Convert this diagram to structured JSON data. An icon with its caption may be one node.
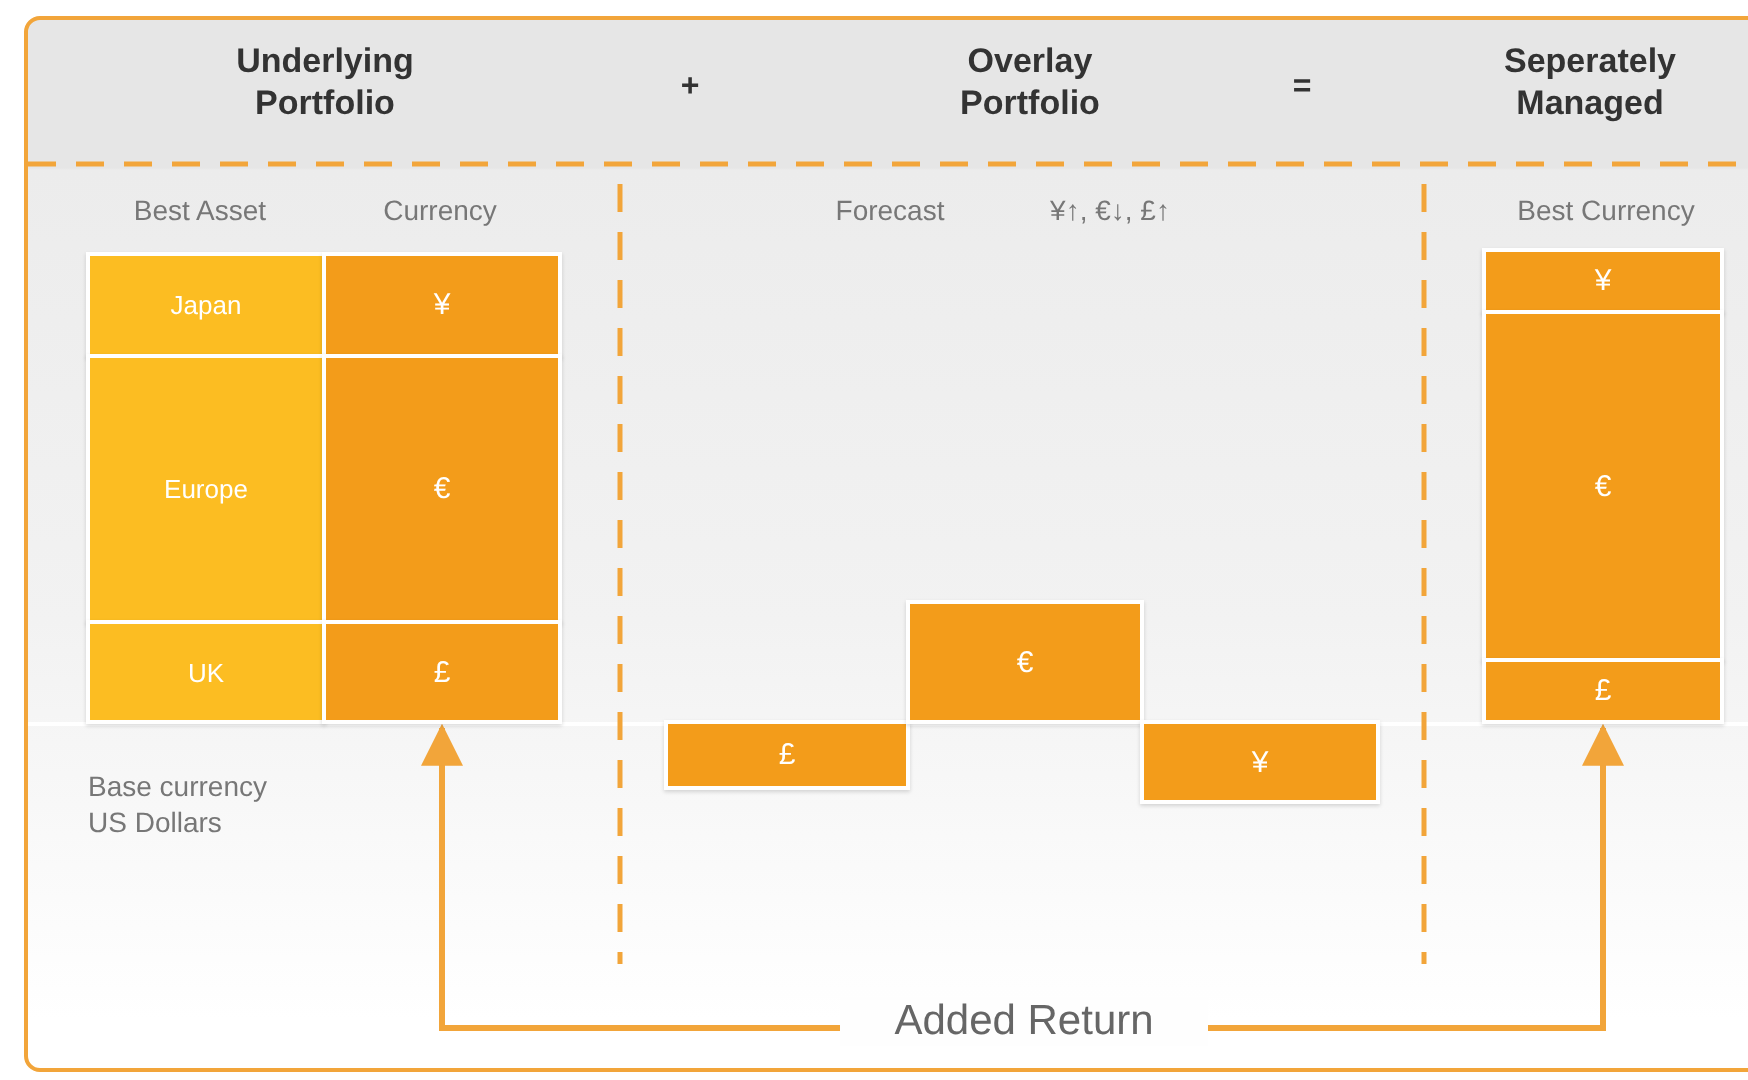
{
  "diagram": {
    "nodes": [
      {
        "text": [
          "Japan"
        ]
      },
      {
        "text": [
          "¥"
        ]
      },
      {
        "text": [
          "Europe"
        ]
      },
      {
        "text": [
          "€"
        ]
      },
      {
        "text": [
          "UK"
        ]
      },
      {
        "text": [
          "£"
        ]
      },
      {
        "text": [
          "£"
        ]
      },
      {
        "text": [
          "€"
        ]
      },
      {
        "text": [
          "¥"
        ]
      },
      {
        "text": [
          "¥"
        ]
      },
      {
        "text": [
          "€"
        ]
      },
      {
        "text": [
          "£"
        ]
      },
      {
        "text": [
          "Added Return"
        ]
      }
    ],
    "edges": [
      {
        "from": 12,
        "to": 5,
        "arrow": "to"
      },
      {
        "from": 12,
        "to": 11,
        "arrow": "to"
      }
    ],
    "labels": [
      "Underlying Portfolio",
      "+",
      "Overlay Portfolio",
      "=",
      "Seperately Managed",
      "Best Asset",
      "Currency",
      "Forecast",
      "¥↑, €↓, £↑",
      "Best Currency",
      "Base currency US Dollars"
    ]
  }
}
